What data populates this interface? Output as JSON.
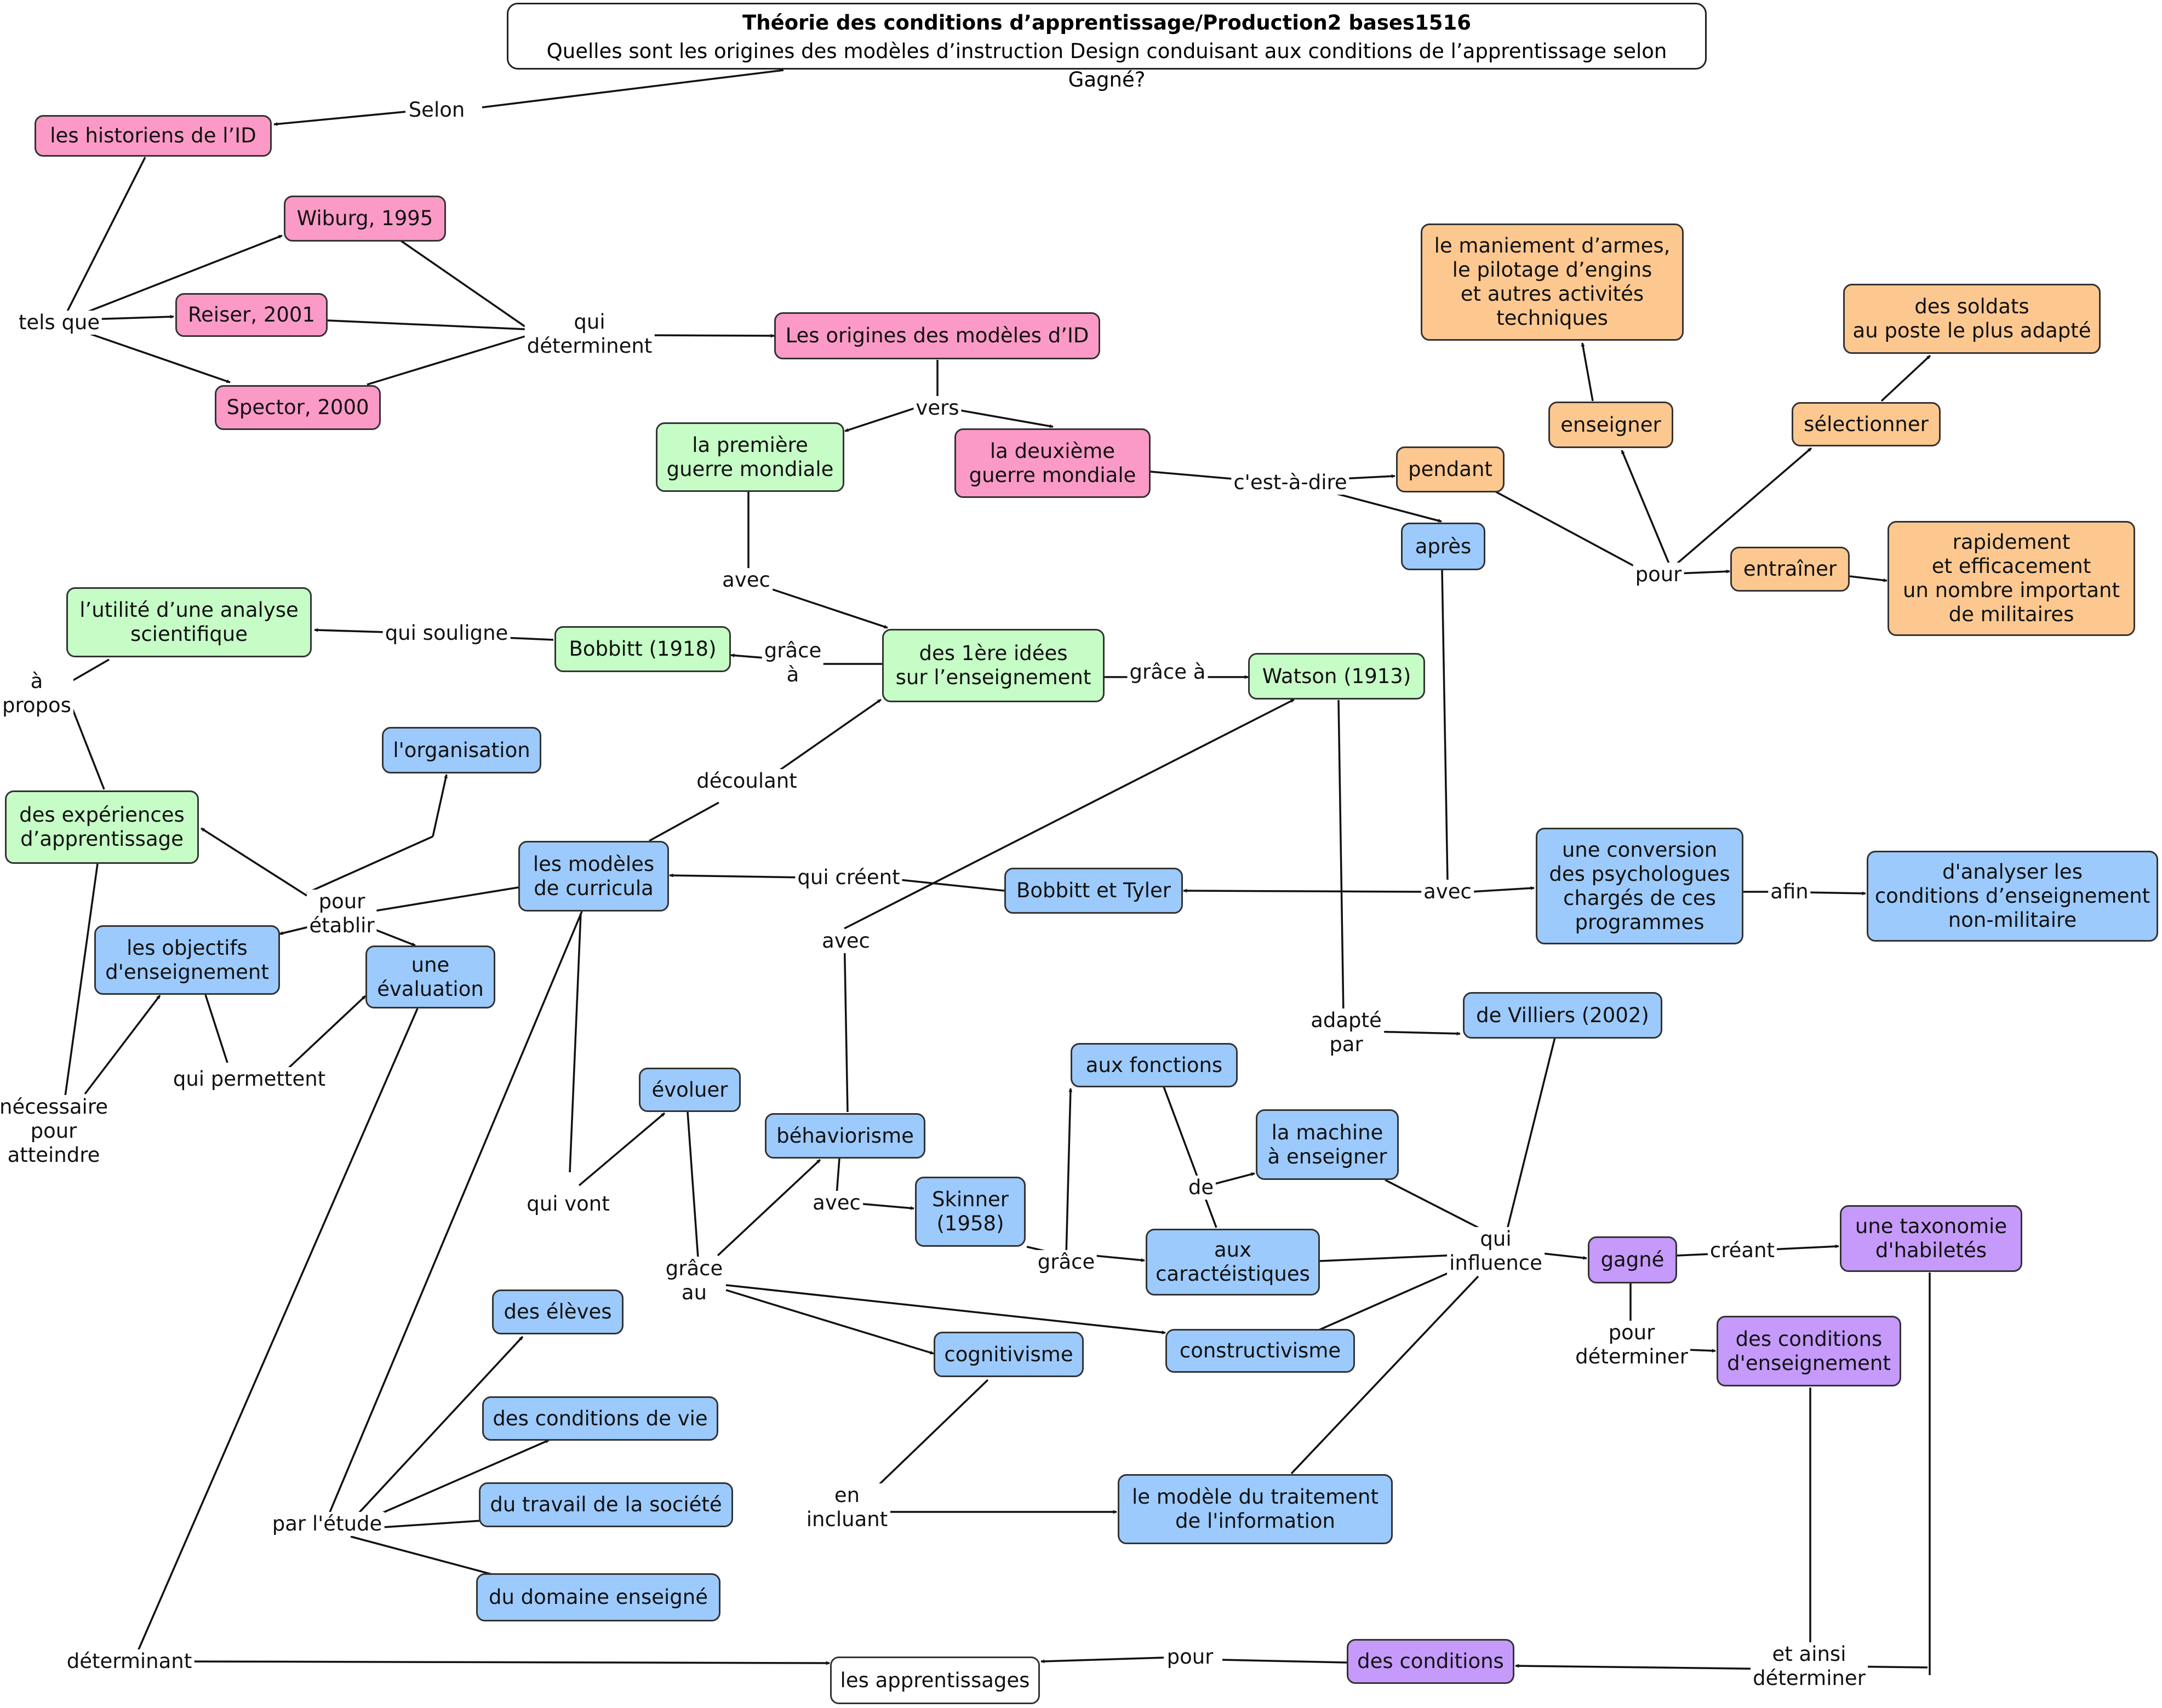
{
  "title": {
    "line1": "Théorie des conditions d’apprentissage/Production2 bases1516",
    "line2": "Quelles sont les origines des modèles d’instruction Design conduisant aux conditions de l’apprentissage selon Gagné?"
  },
  "colors": {
    "pink": "#fb9ac6",
    "green": "#c6fcc6",
    "blue": "#9ccafc",
    "orange": "#fdc890",
    "purple": "#c59afb",
    "white": "#ffffff",
    "line": "#111111"
  },
  "concepts": {
    "historiens": "les historiens de l’ID",
    "wiburg": "Wiburg, 1995",
    "reiser": "Reiser, 2001",
    "spector": "Spector, 2000",
    "origines": "Les origines des modèles d’ID",
    "premiere_guerre": "la première\nguerre mondiale",
    "deuxieme_guerre": "la deuxième\nguerre mondiale",
    "maniement": "le maniement d’armes,\nle pilotage d’engins\net autres activités\ntechniques",
    "soldats": "des soldats\nau poste le plus adapté",
    "enseigner": "enseigner",
    "selectionner": "sélectionner",
    "pendant": "pendant",
    "apres": "après",
    "entrainer": "entraîner",
    "rapidement": "rapidement\net efficacement\nun nombre important\nde militaires",
    "utilite": "l’utilité d’une analyse\nscientifique",
    "bobbitt1918": "Bobbitt (1918)",
    "premieres_idees": "des 1ère idées\nsur l’enseignement",
    "watson": "Watson (1913)",
    "organisation": "l'organisation",
    "experiences": "des expériences\nd’apprentissage",
    "modeles_curricula": "les modèles\nde curricula",
    "bobbitt_tyler": "Bobbitt et Tyler",
    "conversion": "une conversion\ndes psychologues\nchargés de ces\nprogrammes",
    "analyser": "d'analyser les\nconditions d’enseignement\nnon-militaire",
    "objectifs": "les objectifs\nd'enseignement",
    "evaluation": "une\névaluation",
    "villiers": "de Villiers (2002)",
    "evoluer": "évoluer",
    "aux_fonctions": "aux fonctions",
    "behaviorisme": "béhaviorisme",
    "machine": "la machine\nà enseigner",
    "skinner": "Skinner\n(1958)",
    "caracteistiques": "aux\ncaractéistiques",
    "gagne": "gagné",
    "taxonomie": "une taxonomie\nd'habiletés",
    "eleves": "des élèves",
    "constructivisme": "constructivisme",
    "conditions_enseignement": "des conditions\nd'enseignement",
    "cognitivisme": "cognitivisme",
    "conditions_vie": "des conditions de vie",
    "travail_societe": "du travail de la société",
    "traitement": "le modèle du traitement\nde l'information",
    "domaine": "du domaine enseigné",
    "conditions": "des conditions",
    "apprentissages": "les apprentissages"
  },
  "links": {
    "selon": "Selon",
    "tels_que": "tels que",
    "qui_determinent": "qui\ndéterminent",
    "vers": "vers",
    "cest_a_dire": "c'est-à-dire",
    "pour_top": "pour",
    "avec_top": "avec",
    "qui_souligne": "qui souligne",
    "grace_a_left": "grâce\nà",
    "grace_a_right": "grâce à",
    "a_propos": "à\npropos",
    "decoulant": "découlant",
    "qui_creent": "qui créent",
    "avec_right": "avec",
    "afin": "afin",
    "pour_etablir": "pour\nétablir",
    "avec_mid": "avec",
    "adapte_par": "adapté\npar",
    "necessaire": "nécessaire\npour\natteindre",
    "qui_permettent": "qui permettent",
    "de": "de",
    "qui_vont": "qui vont",
    "avec_skinner": "avec",
    "qui_influence": "qui\ninfluence",
    "grace_skinner": "grâce",
    "grace_au": "grâce\nau",
    "creant": "créant",
    "pour_determiner": "pour\ndéterminer",
    "en_incluant": "en\nincluant",
    "par_letude": "par l'étude",
    "determinant": "déterminant",
    "pour_bottom": "pour",
    "et_ainsi": "et ainsi\ndéterminer"
  }
}
